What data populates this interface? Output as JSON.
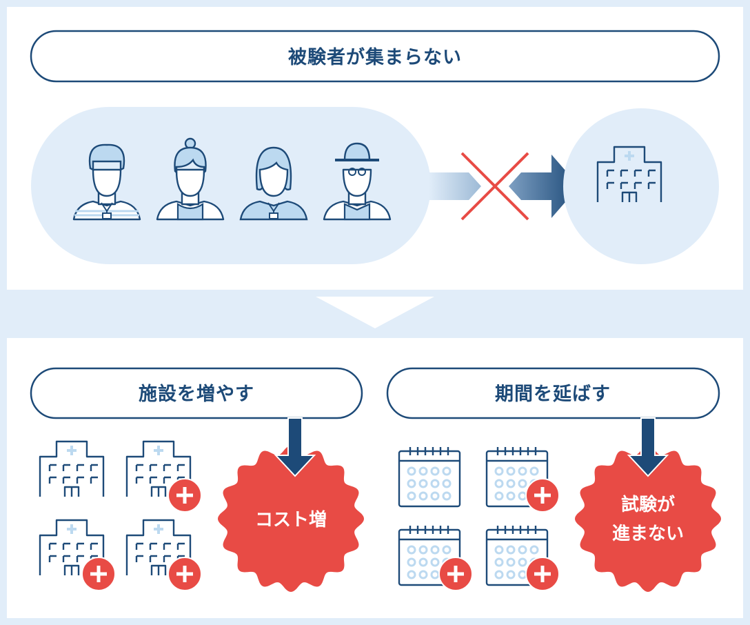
{
  "top": {
    "title": "被験者が集まらない",
    "participants": [
      "man-with-id",
      "woman-with-apron",
      "woman-with-id",
      "elderly-man-with-hat"
    ],
    "blocked_icon": "cross-mark-icon",
    "destination_icon": "hospital-icon"
  },
  "left": {
    "title": "施設を増やす",
    "result": "コスト増",
    "items_icon": "hospital-icon",
    "added_badge_icon": "plus-icon"
  },
  "right": {
    "title": "期間を延ばす",
    "result_line1": "試験が",
    "result_line2": "進まない",
    "items_icon": "calendar-icon",
    "added_badge_icon": "plus-icon"
  },
  "colors": {
    "navy": "#1d4a78",
    "light_blue": "#e1edf9",
    "mid_blue": "#bcd9f0",
    "red": "#e84b45"
  }
}
